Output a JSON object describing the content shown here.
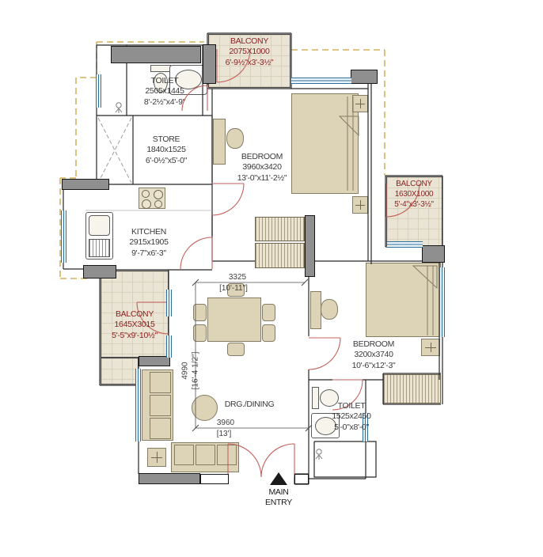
{
  "plan": {
    "rooms": {
      "balcony_top": {
        "name": "BALCONY",
        "size_mm": "2075X1000",
        "size_ft": "6'-9½\"x3'-3½\""
      },
      "toilet_top": {
        "name": "TOILET",
        "size_mm": "2505x1445",
        "size_ft": "8'-2½\"x4'-9\""
      },
      "store": {
        "name": "STORE",
        "size_mm": "1840x1525",
        "size_ft": "6'-0½\"x5'-0\""
      },
      "bedroom_top": {
        "name": "BEDROOM",
        "size_mm": "3960x3420",
        "size_ft": "13'-0\"x11'-2½\""
      },
      "balcony_right": {
        "name": "BALCONY",
        "size_mm": "1630X1000",
        "size_ft": "5'-4\"x3'-3½\""
      },
      "kitchen": {
        "name": "KITCHEN",
        "size_mm": "2915x1905",
        "size_ft": "9'-7\"x6'-3\""
      },
      "balcony_left": {
        "name": "BALCONY",
        "size_mm": "1645X3015",
        "size_ft": "5'-5\"x9'-10½\""
      },
      "bedroom_right": {
        "name": "BEDROOM",
        "size_mm": "3200x3740",
        "size_ft": "10'-6\"x12'-3\""
      },
      "toilet_bottom": {
        "name": "TOILET",
        "size_mm": "1525x2450",
        "size_ft": "5'-0\"x8'-0\""
      },
      "living": {
        "name": "DRG./DINING"
      }
    },
    "dimensions": {
      "width_top": {
        "mm": "3325",
        "ft": "[10'-11\"]"
      },
      "height_left": {
        "mm": "4990",
        "ft": "[16'-4 1/2\"]"
      },
      "width_bottom": {
        "mm": "3960",
        "ft": "[13']"
      }
    },
    "entry": {
      "line1": "MAIN",
      "line2": "ENTRY"
    },
    "icons": {
      "entry_marker": "solid up-pointing triangle",
      "shower_head": "small circle with spray lines"
    },
    "colors": {
      "balcony_label": "#8a1f1f",
      "room_label": "#3a3a3a",
      "wall": "#262626",
      "column_fill": "#8f8f8f",
      "window_blue": "#2e6e9e",
      "door_arc_red": "#c4615c",
      "boundary_dashed_gold": "#c9a23d",
      "furniture_beige": "#ddd4b8",
      "balcony_floor": "#eae4d4"
    }
  }
}
